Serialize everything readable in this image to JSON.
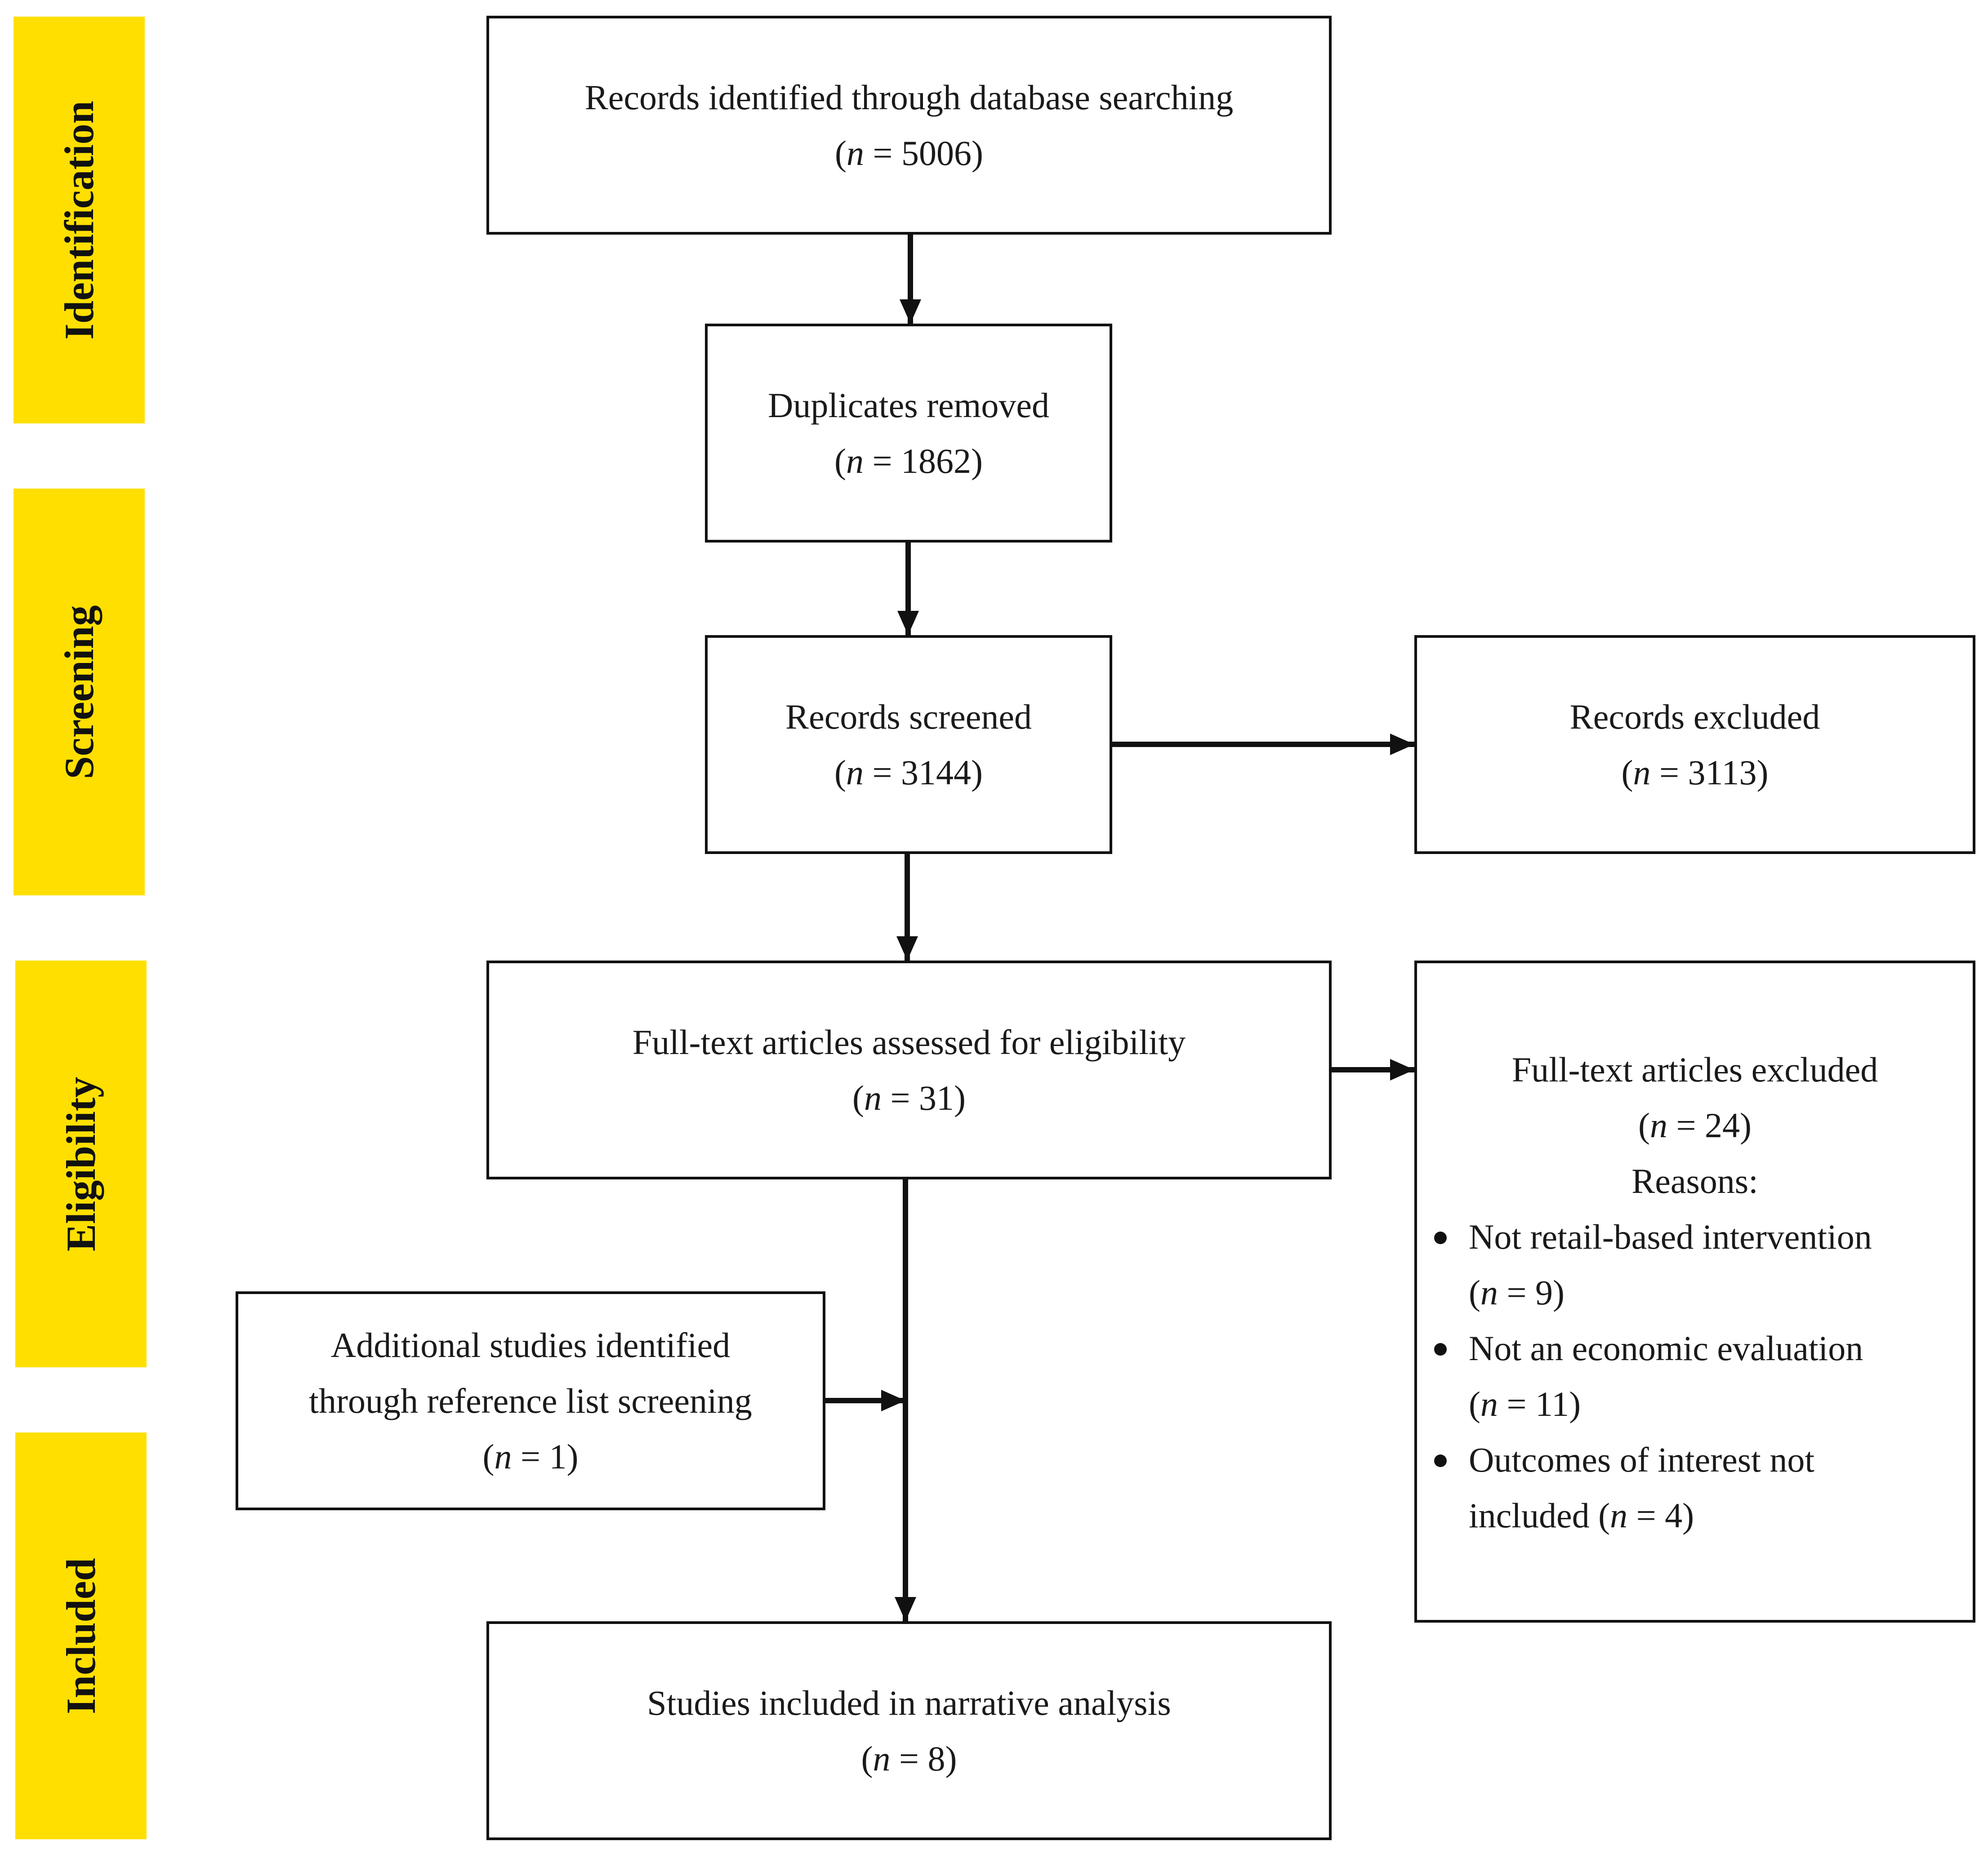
{
  "phases": {
    "identification": "Identification",
    "screening": "Screening",
    "eligibility": "Eligibility",
    "included": "Included"
  },
  "boxes": {
    "identified": {
      "label": "Records identified through database searching",
      "n": "5006"
    },
    "duplicates": {
      "label": "Duplicates removed",
      "n": "1862"
    },
    "screened": {
      "label": "Records screened",
      "n": "3144"
    },
    "excluded": {
      "label": "Records excluded",
      "n": "3113"
    },
    "fulltext": {
      "label": "Full-text articles assessed for eligibility",
      "n": "31"
    },
    "fulltext_excluded": {
      "label": "Full-text articles excluded",
      "n": "24",
      "reasons_heading": "Reasons:",
      "reasons": [
        {
          "text": "Not retail-based intervention",
          "n": "9"
        },
        {
          "text": "Not an economic evaluation",
          "n": "11"
        },
        {
          "text_line1": "Outcomes of interest not",
          "text_line2": "included",
          "n": "4"
        }
      ]
    },
    "additional": {
      "label_line1": "Additional studies identified",
      "label_line2": "through reference list screening",
      "n": "1"
    },
    "included": {
      "label": "Studies included in narrative analysis",
      "n": "8"
    }
  },
  "colors": {
    "phase_band": "#ffdf00",
    "stroke": "#111111"
  }
}
